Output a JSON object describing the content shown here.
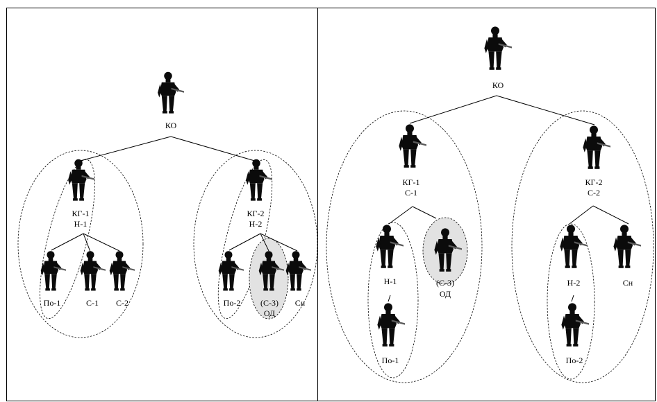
{
  "left_panel": {
    "commander": "КО",
    "group1": {
      "leader_line1": "КГ-1",
      "leader_line2": "Н-1",
      "members": [
        "По-1",
        "С-1",
        "С-2"
      ]
    },
    "group2": {
      "leader_line1": "КГ-2",
      "leader_line2": "Н-2",
      "members": [
        "По-2",
        "Сн"
      ],
      "highlight_line1": "(С-3)",
      "highlight_line2": "ОД"
    }
  },
  "right_panel": {
    "commander": "КО",
    "group1": {
      "leader_line1": "КГ-1",
      "leader_line2": "С-1",
      "sub_leader": "Н-1",
      "sub_member": "По-1",
      "highlight_line1": "(С-3)",
      "highlight_line2": "ОД"
    },
    "group2": {
      "leader_line1": "КГ-2",
      "leader_line2": "С-2",
      "sub_leader": "Н-2",
      "sub_member": "По-2",
      "sniper": "Сн"
    }
  }
}
